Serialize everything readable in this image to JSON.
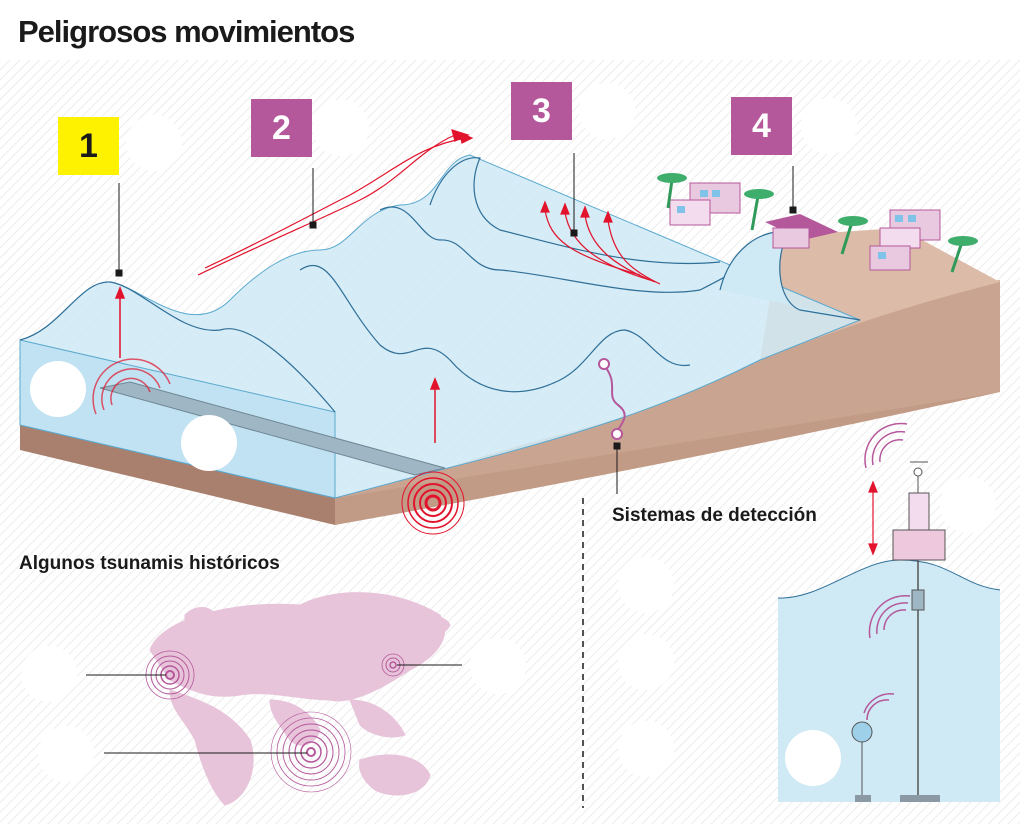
{
  "title": "Peligrosos movimientos",
  "steps": [
    "1",
    "2",
    "3",
    "4"
  ],
  "subtitles": {
    "historical": "Algunos tsunamis históricos",
    "detection": "Sistemas de detección"
  },
  "colors": {
    "step1": "#fff200",
    "steps_other": "#b5589b",
    "water": "#cfe9f5",
    "seabed": "#c9a591",
    "signal": "#b5589b",
    "epicenter": "#e2132c",
    "arrows": "#e2132c",
    "map": "#e7c4d9"
  }
}
